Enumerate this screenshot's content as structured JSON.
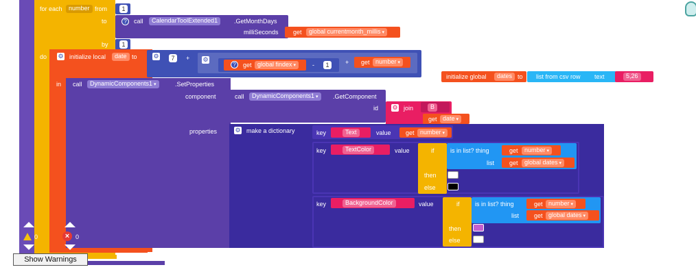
{
  "loop": {
    "for_each": "for each",
    "var": "number",
    "from": "from",
    "from_val": "1",
    "to": "to",
    "by": "by",
    "by_val": "1",
    "do": "do"
  },
  "month_call": {
    "call": "call",
    "component": "CalendarToolExtended1",
    "method": ".GetMonthDays",
    "param": "milliSeconds",
    "get": "get",
    "var": "global currentmonth_millis"
  },
  "local_init": {
    "label": "initialize local",
    "var": "date",
    "to": "to",
    "n7": "7",
    "plus": "+",
    "get": "get",
    "findex": "global findex",
    "minus": "-",
    "n1": "1",
    "plus2": "+",
    "get2": "get",
    "number": "number"
  },
  "global_init": {
    "label": "initialize global",
    "var": "dates",
    "to": "to",
    "call": "list from csv row",
    "text": "text",
    "value": "5,26"
  },
  "in_label": "in",
  "set_props": {
    "call": "call",
    "component": "DynamicComponents1",
    "method": ".SetProperties",
    "component_label": "component",
    "properties_label": "properties"
  },
  "get_component": {
    "call": "call",
    "component": "DynamicComponents1",
    "method": ".GetComponent",
    "id": "id",
    "join": "join",
    "b": "B",
    "get": "get",
    "date": "date"
  },
  "dict": {
    "label": "make a dictionary"
  },
  "pair1": {
    "key": "key",
    "name": "Text",
    "value": "value",
    "get": "get",
    "var": "number"
  },
  "pair2": {
    "key": "key",
    "name": "TextColor",
    "value": "value",
    "if": "if",
    "isin": "is in list? thing",
    "get": "get",
    "var": "number",
    "list": "list",
    "get2": "get",
    "listvar": "global dates",
    "then": "then",
    "else": "else"
  },
  "pair3": {
    "key": "key",
    "name": "BackgroundColor",
    "value": "value",
    "if": "if",
    "isin": "is in list? thing",
    "get": "get",
    "var": "number",
    "list": "list",
    "get2": "get",
    "listvar": "global dates",
    "then": "then",
    "else": "else"
  },
  "warnings": {
    "warn_count": "0",
    "error_count": "0",
    "button": "Show Warnings"
  },
  "colors": {
    "loop_yellow": "#f4b400",
    "var_orange": "#f4511e",
    "proc_purple": "#5b3fa8",
    "math_blue": "#3f51b5",
    "logic_blue": "#2196f3",
    "text_pink": "#e91e63",
    "list_cyan": "#29b6f6",
    "dict_navy": "#3a2b9e",
    "magenta": "#c45fcf",
    "black": "#000000",
    "white": "#ffffff"
  }
}
